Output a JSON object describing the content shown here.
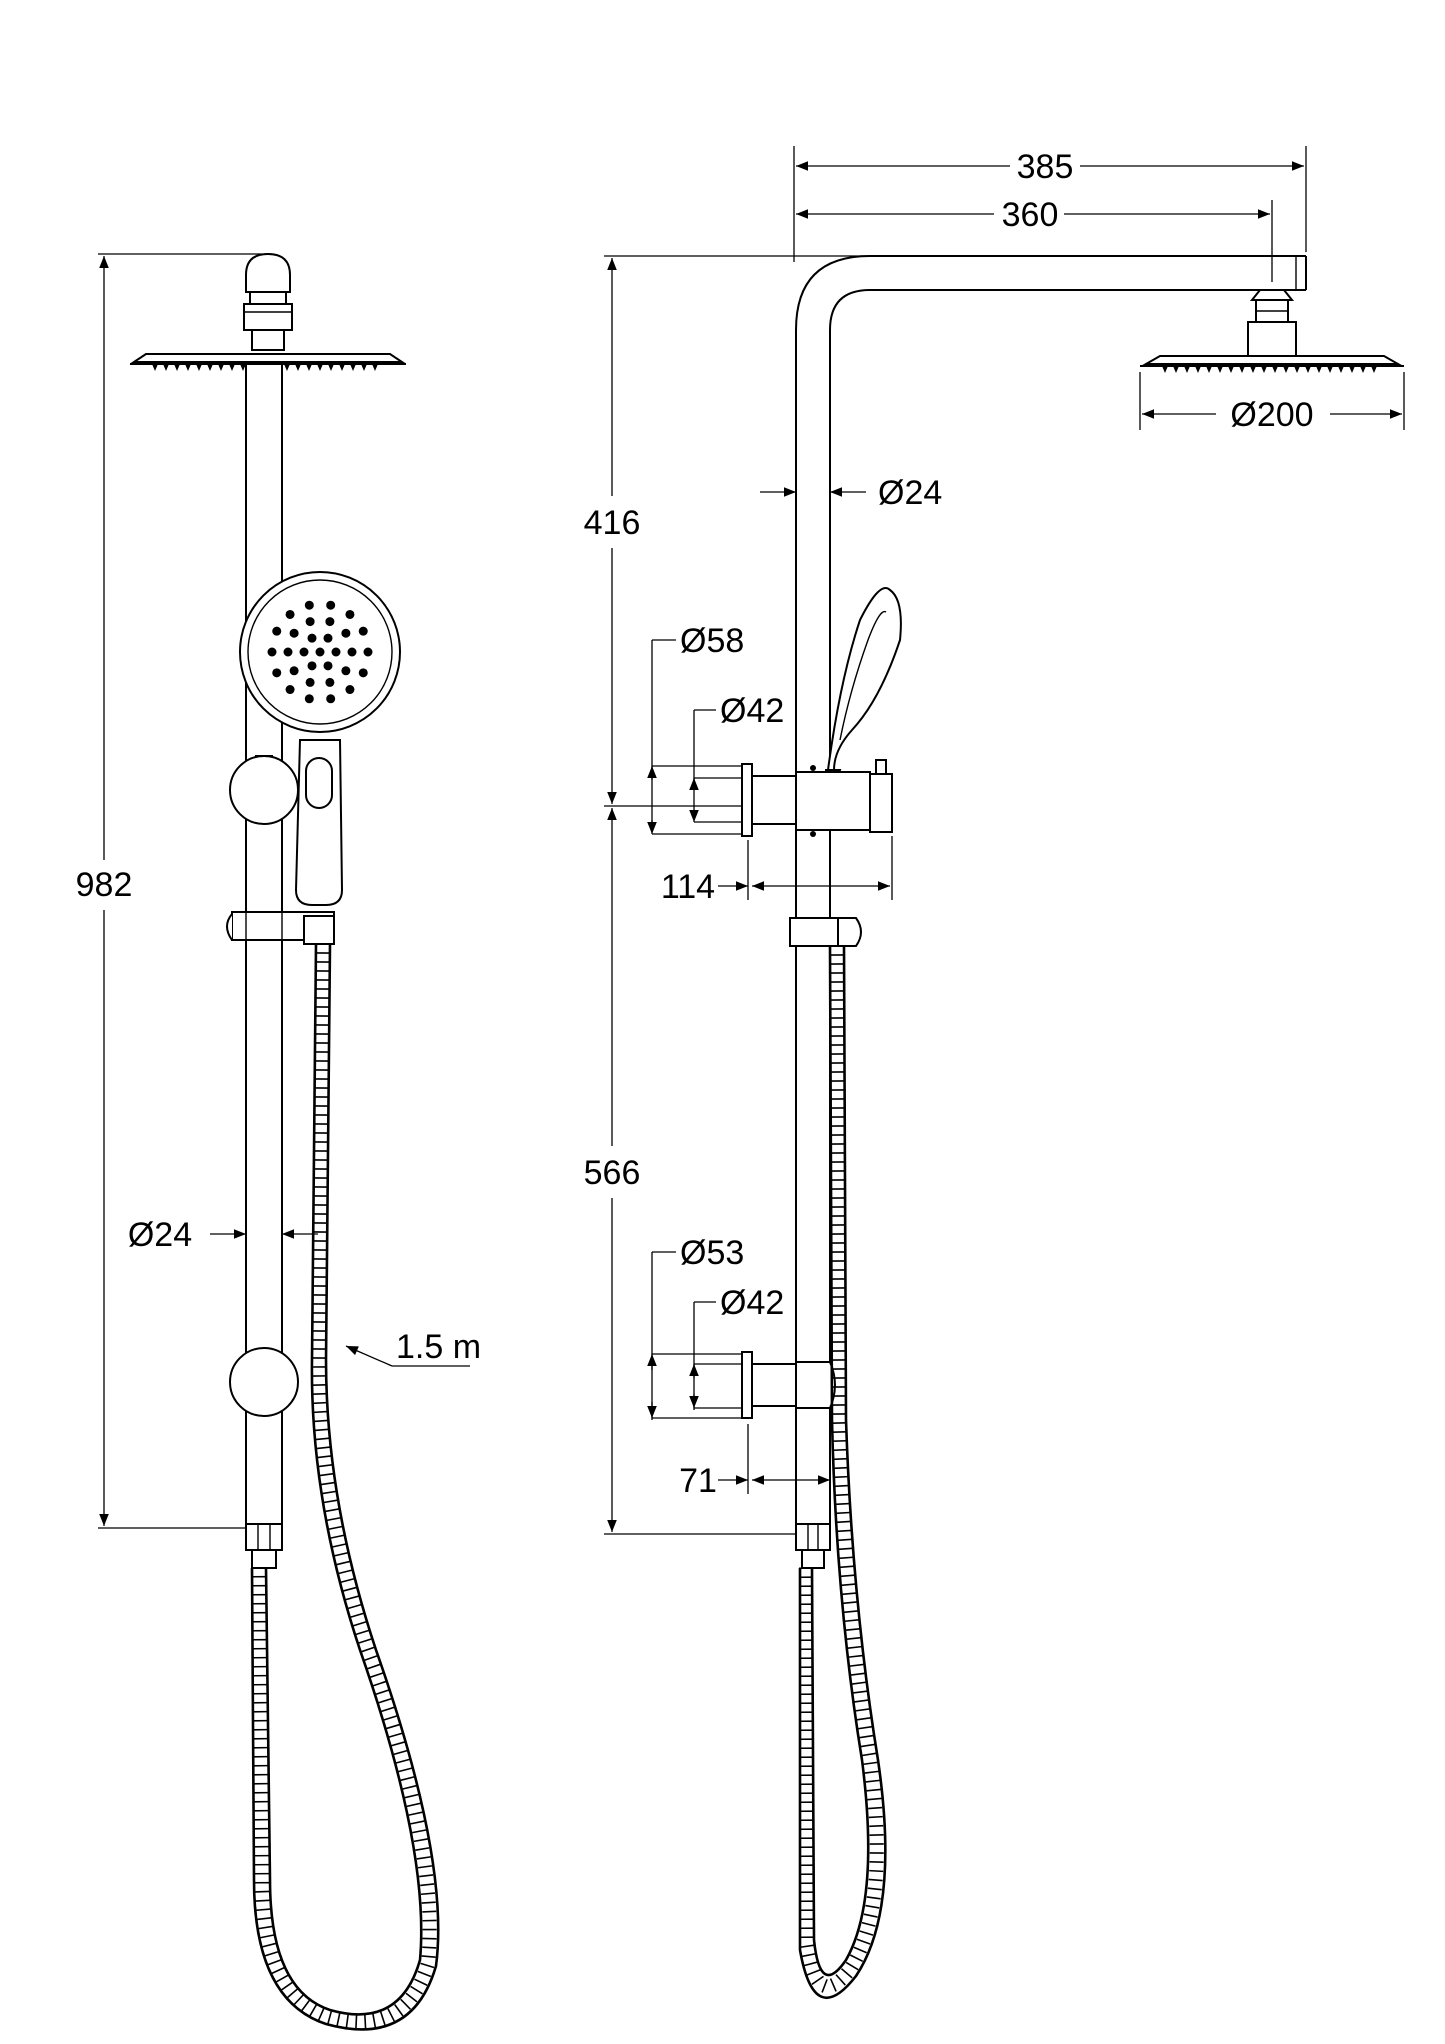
{
  "front_view": {
    "overall_height": "982",
    "rail_diameter": "Ø24",
    "hose_length": "1.5 m"
  },
  "side_view": {
    "arm_projection_outer": "385",
    "arm_projection_inner": "360",
    "head_diameter": "Ø200",
    "pipe_diameter": "Ø24",
    "upper_section_height": "416",
    "lower_section_height": "566",
    "upper_bracket_flange": "Ø58",
    "upper_bracket_base": "Ø42",
    "upper_bracket_projection": "114",
    "lower_bracket_flange": "Ø53",
    "lower_bracket_base": "Ø42",
    "lower_bracket_projection": "71"
  }
}
